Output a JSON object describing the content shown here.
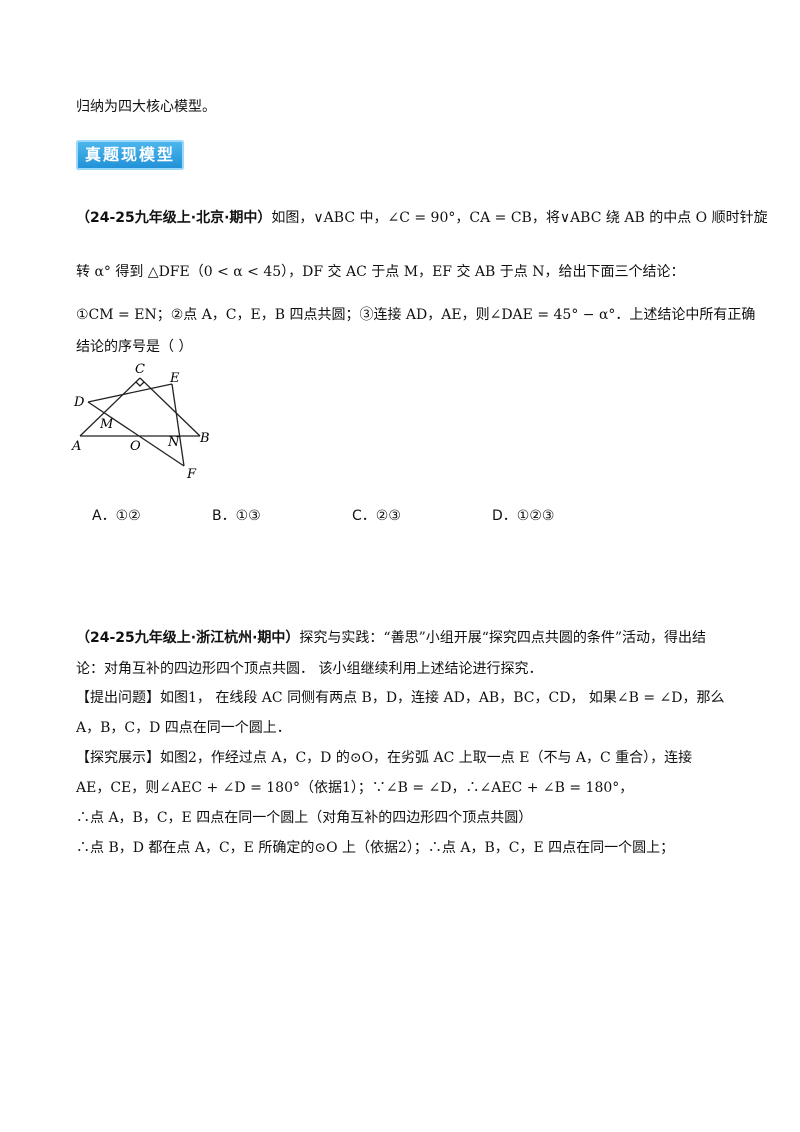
{
  "intro": "归纳为四大核心模型。",
  "badge": "真题现模型",
  "q1": {
    "source": "（24-25九年级上·北京·期中）",
    "line1": "如图，∨ABC 中，∠C = 90°，CA = CB，将∨ABC 绕 AB 的中点 O 顺时针旋",
    "line2": "转 α° 得到 △DFE（0 < α < 45），DF 交 AC 于点 M，EF 交 AB 于点 N，给出下面三个结论：",
    "line3": "①CM = EN；②点 A，C，E，B 四点共圆；③连接 AD，AE，则∠DAE = 45° − α°．上述结论中所有正确",
    "line4": "结论的序号是（   ）",
    "figure_labels": {
      "C": "C",
      "E": "E",
      "D": "D",
      "M": "M",
      "A": "A",
      "O": "O",
      "N": "N",
      "B": "B",
      "F": "F"
    },
    "options": [
      "A．①②",
      "B．①③",
      "C．②③",
      "D．①②③"
    ]
  },
  "q2": {
    "source": "（24-25九年级上·浙江杭州·期中）",
    "line1": "探究与实践：“善思”小组开展“探究四点共圆的条件”活动，得出结",
    "line2": "论：对角互补的四边形四个顶点共圆． 该小组继续利用上述结论进行探究．",
    "line3": "【提出问题】如图1， 在线段 AC 同侧有两点 B，D，连接 AD，AB，BC，CD， 如果∠B = ∠D，那么",
    "line4": "A，B，C，D 四点在同一个圆上．",
    "line5": "【探究展示】如图2，作经过点 A，C，D 的⊙O，在劣弧 AC 上取一点 E（不与 A，C 重合），连接",
    "line6": "AE，CE，则∠AEC + ∠D = 180°（依据1）；∵∠B = ∠D，∴∠AEC + ∠B = 180°，",
    "line7": "∴点 A，B，C，E 四点在同一个圆上（对角互补的四边形四个顶点共圆）",
    "line8": "∴点 B，D 都在点 A，C，E 所确定的⊙O 上（依据2）；∴点 A，B，C，E 四点在同一个圆上；"
  }
}
